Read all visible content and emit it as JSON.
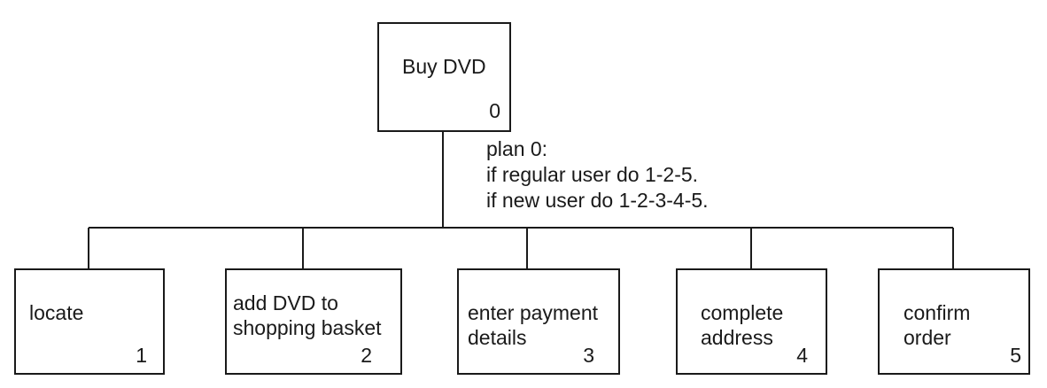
{
  "diagram": {
    "root": {
      "label": "Buy DVD",
      "number": "0"
    },
    "plan": {
      "lines": [
        "plan 0:",
        "if regular user do 1-2-5.",
        "if new user do 1-2-3-4-5."
      ]
    },
    "children": [
      {
        "label": "locate",
        "number": "1"
      },
      {
        "label": "add DVD to\nshopping basket",
        "number": "2"
      },
      {
        "label": "enter payment\ndetails",
        "number": "3"
      },
      {
        "label": "complete\naddress",
        "number": "4"
      },
      {
        "label": "confirm\norder",
        "number": "5"
      }
    ]
  }
}
